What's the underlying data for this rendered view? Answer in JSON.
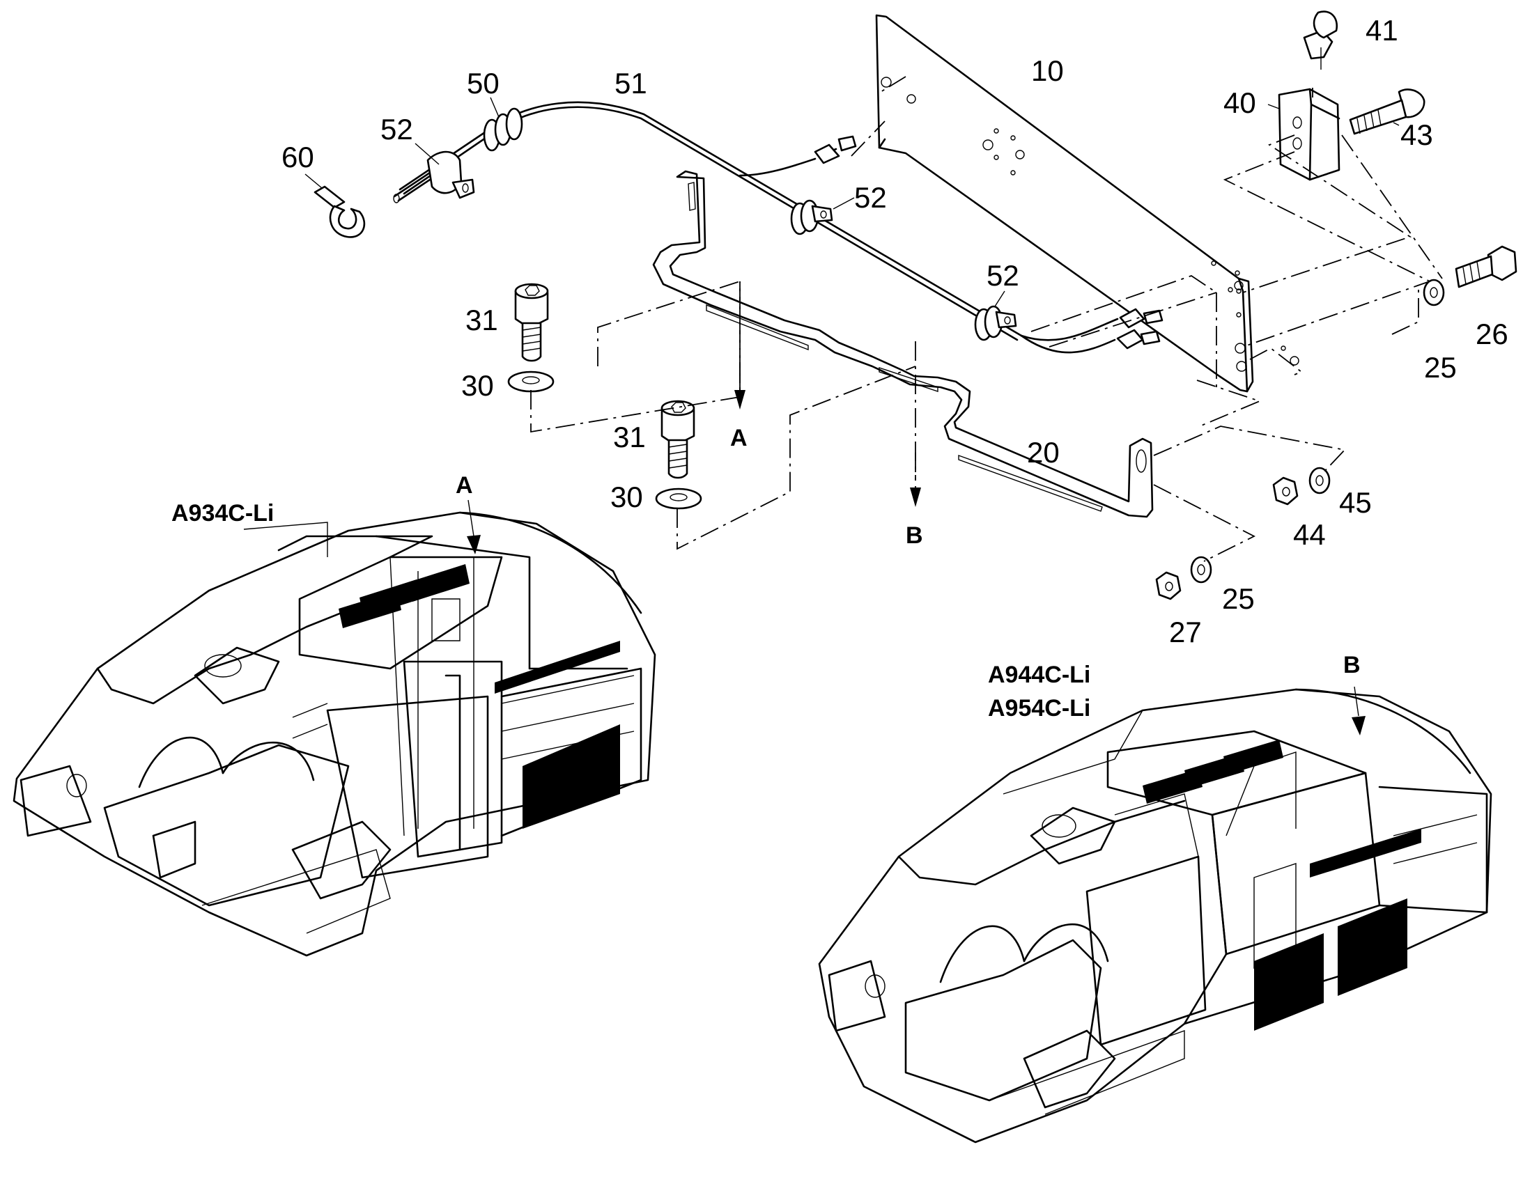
{
  "models": {
    "left": "A934C-Li",
    "right_1": "A944C-Li",
    "right_2": "A954C-Li"
  },
  "view_refs": {
    "a": "A",
    "b": "B"
  },
  "callouts": {
    "c10": "10",
    "c20": "20",
    "c25a": "25",
    "c25b": "25",
    "c26": "26",
    "c27": "27",
    "c30a": "30",
    "c30b": "30",
    "c31a": "31",
    "c31b": "31",
    "c40": "40",
    "c41": "41",
    "c43": "43",
    "c44": "44",
    "c45": "45",
    "c50": "50",
    "c51": "51",
    "c52a": "52",
    "c52b": "52",
    "c52c": "52",
    "c60": "60"
  }
}
